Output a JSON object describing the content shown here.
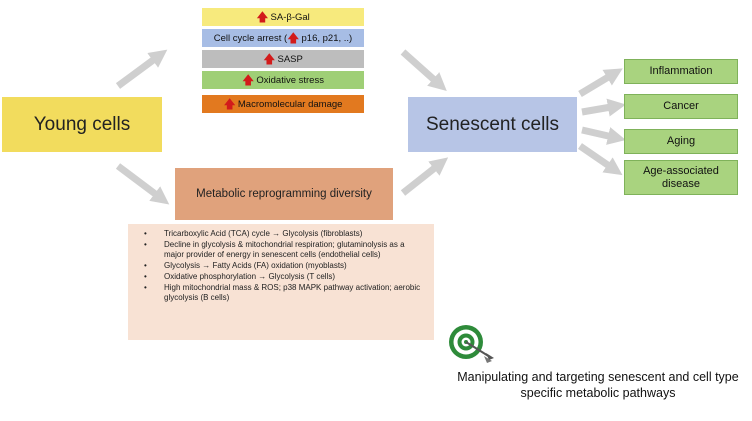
{
  "diagram": {
    "young_cells": "Young cells",
    "senescent_cells": "Senescent cells",
    "markers": [
      {
        "label": "SA-β-Gal",
        "arrow": "🡅"
      },
      {
        "label": "Cell cycle arrest (",
        "label_after": "p16, p21, ..)",
        "arrow": "🡅"
      },
      {
        "label": "SASP",
        "arrow": "🡅"
      },
      {
        "label": "Oxidative stress",
        "arrow": "🡅"
      },
      {
        "label": "Macromolecular damage",
        "arrow": "🡅"
      }
    ],
    "metabolic_title": "Metabolic reprogramming diversity",
    "metabolic_items": [
      "Tricarboxylic Acid (TCA) cycle → Glycolysis (fibroblasts)",
      "Decline in glycolysis & mitochondrial respiration; glutaminolysis as a major provider of energy in senescent cells (endothelial cells)",
      "Glycolysis → Fatty Acids (FA) oxidation (myoblasts)",
      "Oxidative phosphorylation → Glycolysis (T cells)",
      "High mitochondrial mass & ROS; p38 MAPK pathway activation; aerobic glycolysis (B cells)"
    ],
    "outcomes": [
      "Inflammation",
      "Cancer",
      "Aging",
      "Age-associated disease"
    ],
    "caption": "Manipulating and targeting senescent and cell type specific metabolic pathways",
    "bullet": "•"
  },
  "colors": {
    "young": "#f2dc5d",
    "senescent": "#b7c5e6",
    "metabolic": "#e0a27c",
    "details_bg": "#f8e2d4",
    "outcome": "#a9d37f",
    "arrow": "#cfcfcf",
    "up_arrow": "#d21b1b",
    "target_green": "#2e8b3a"
  }
}
